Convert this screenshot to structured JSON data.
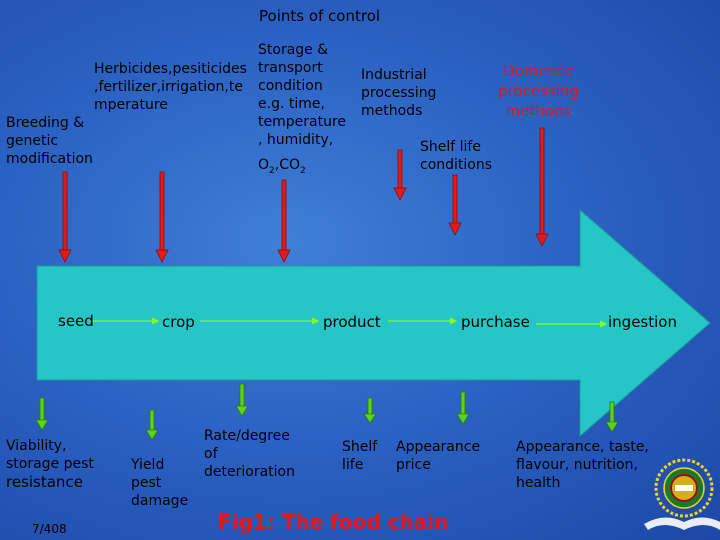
{
  "title": "Points of control",
  "controls_top": {
    "breeding": "Breeding &\ngenetic\nmodification",
    "herbicides": "Herbicides,pesiticides\n,fertilizer,irrigation,te\nmperature",
    "storage": "Storage &\ntransport\ncondition\ne.g. time,\ntemperature\n, humidity,",
    "storage_gases_o": "O",
    "storage_gases_o_sub": "2",
    "storage_gases_co": ",CO",
    "storage_gases_co_sub": "2",
    "industrial": "Industrial\nprocessing\nmethods",
    "shelf_life": "Shelf life\nconditions",
    "domestic": "Domestic\nprocessing\nmethods"
  },
  "chain": {
    "seed": "seed",
    "crop": "crop",
    "product": "product",
    "purchase": "purchase",
    "ingestion": "ingestion"
  },
  "outcomes": {
    "viability_1": "Viability,\nstorage pest",
    "viability_2": "resistance",
    "yield": "Yield\npest\ndamage",
    "rate": "Rate/degree\nof\ndeterioration",
    "shelf": "Shelf\nlife",
    "appearance_price": "Appearance\nprice",
    "sensory": "Appearance, taste,\nflavour, nutrition,\nhealth"
  },
  "caption": "Fig1: The food chain",
  "slide_number": "7/408",
  "colors": {
    "arrow": "#26c6c6",
    "red_arrow": "#e31a1a",
    "green_arrow": "#5ed11f",
    "lime_line": "#80ff20",
    "caption": "#e41616"
  }
}
